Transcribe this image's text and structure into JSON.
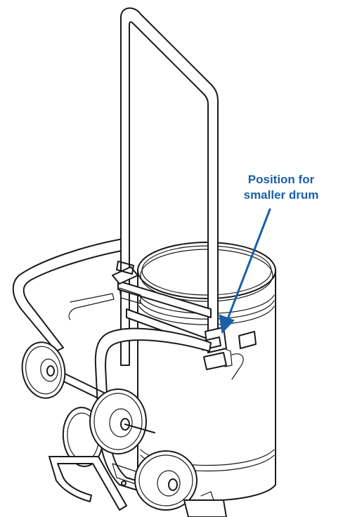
{
  "callout": {
    "line1": "Position for",
    "line2": "smaller drum",
    "color": "#1a5fa8"
  },
  "icons": {
    "arrow": "callout-arrow"
  }
}
